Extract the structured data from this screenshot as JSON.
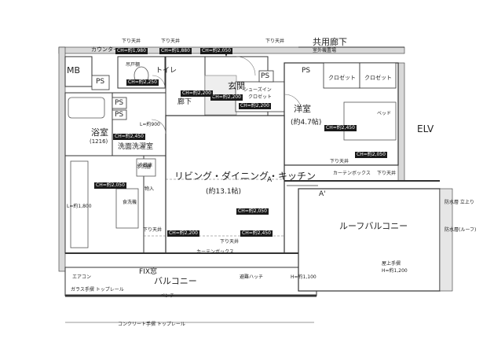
{
  "rooms": {
    "ldk": "リビング・ダイニング・キッチン",
    "ldk_size": "(約13.1帖)",
    "western_room": "洋室",
    "western_size": "(約4.7帖)",
    "entrance": "玄関",
    "hallway": "廊下",
    "bath": "浴室",
    "bath_size": "(1216)",
    "washroom": "洗面洗濯室",
    "toilet": "トイレ",
    "roof_balcony": "ルーフバルコニー",
    "balcony": "バルコニー",
    "shared_corridor": "共用廊下",
    "elv": "ELV",
    "closet_1": "クロゼット",
    "closet_2": "クロゼット",
    "shoes_in_closet": "シューズイン",
    "shoes_in_closet_2": "クロゼット",
    "mb": "MB"
  },
  "ps_labels": [
    "PS",
    "PS",
    "PS",
    "PS",
    "PS"
  ],
  "ch_tags": {
    "ch1": "CH=約1,980",
    "ch2": "CH=約1,880",
    "ch3": "CH=約2,050",
    "ch4": "CH=約2,250",
    "ch5": "CH=約2,200",
    "ch6": "CH=約2,200",
    "ch7": "CH=約2,200",
    "ch8": "CH=約2,450",
    "ch9": "CH=約2,050",
    "ch10": "CH=約2,450",
    "ch11": "CH=約2,050",
    "ch12": "CH=約2,200",
    "ch13": "CH=約2,450",
    "ch14": "CH=約2,050"
  },
  "annotations": {
    "counter": "カウンター",
    "sagari_tenjo": "下り天井",
    "sagari_tenjo_2": "下り天井",
    "sagari_tenjo_3": "下り天井",
    "sagari_tenjo_4": "下り天井",
    "sagari_tenjo_5": "下り天井",
    "sagari_tenjo_6": "下り天井",
    "sagari_tenjo_7": "下り天井",
    "kokuban": "吊戸棚",
    "washing_hand": "手洗器",
    "l_size": "L=約900",
    "l_size_2": "L=約1,800",
    "curtain_box": "カーテンボックス",
    "curtain_box_2": "カーテンボックス",
    "fix_glass": "FIX窓",
    "bed": "ベッド",
    "dishwasher": "食洗機",
    "storage": "物入",
    "kitchen_storage": "冷蔵庫",
    "hinan": "避難ハッチ",
    "concrete_rail": "コンクリート手摺 トップレール",
    "glass_rail": "ガラス手摺 トップレール",
    "outdoor_unit": "室外機置場",
    "mark_a": "A",
    "mark_a2": "A'",
    "roof_height": "屋上手摺",
    "h_value": "H=約1,100",
    "h_value_2": "H=約1,200",
    "aircon": "エアコン",
    "waterproof": "防水層 立上り",
    "bench": "ベンチ",
    "note_right": "防水層(ルーフ)"
  }
}
